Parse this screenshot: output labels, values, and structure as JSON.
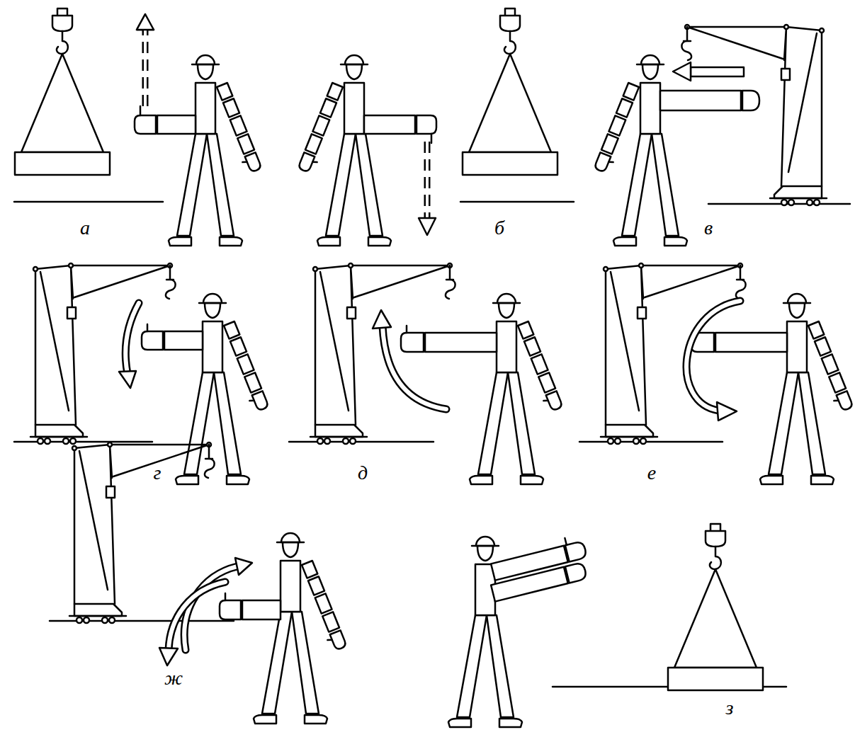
{
  "diagram": {
    "labels": [
      "а",
      "б",
      "в",
      "г",
      "д",
      "е",
      "ж",
      "з"
    ]
  }
}
